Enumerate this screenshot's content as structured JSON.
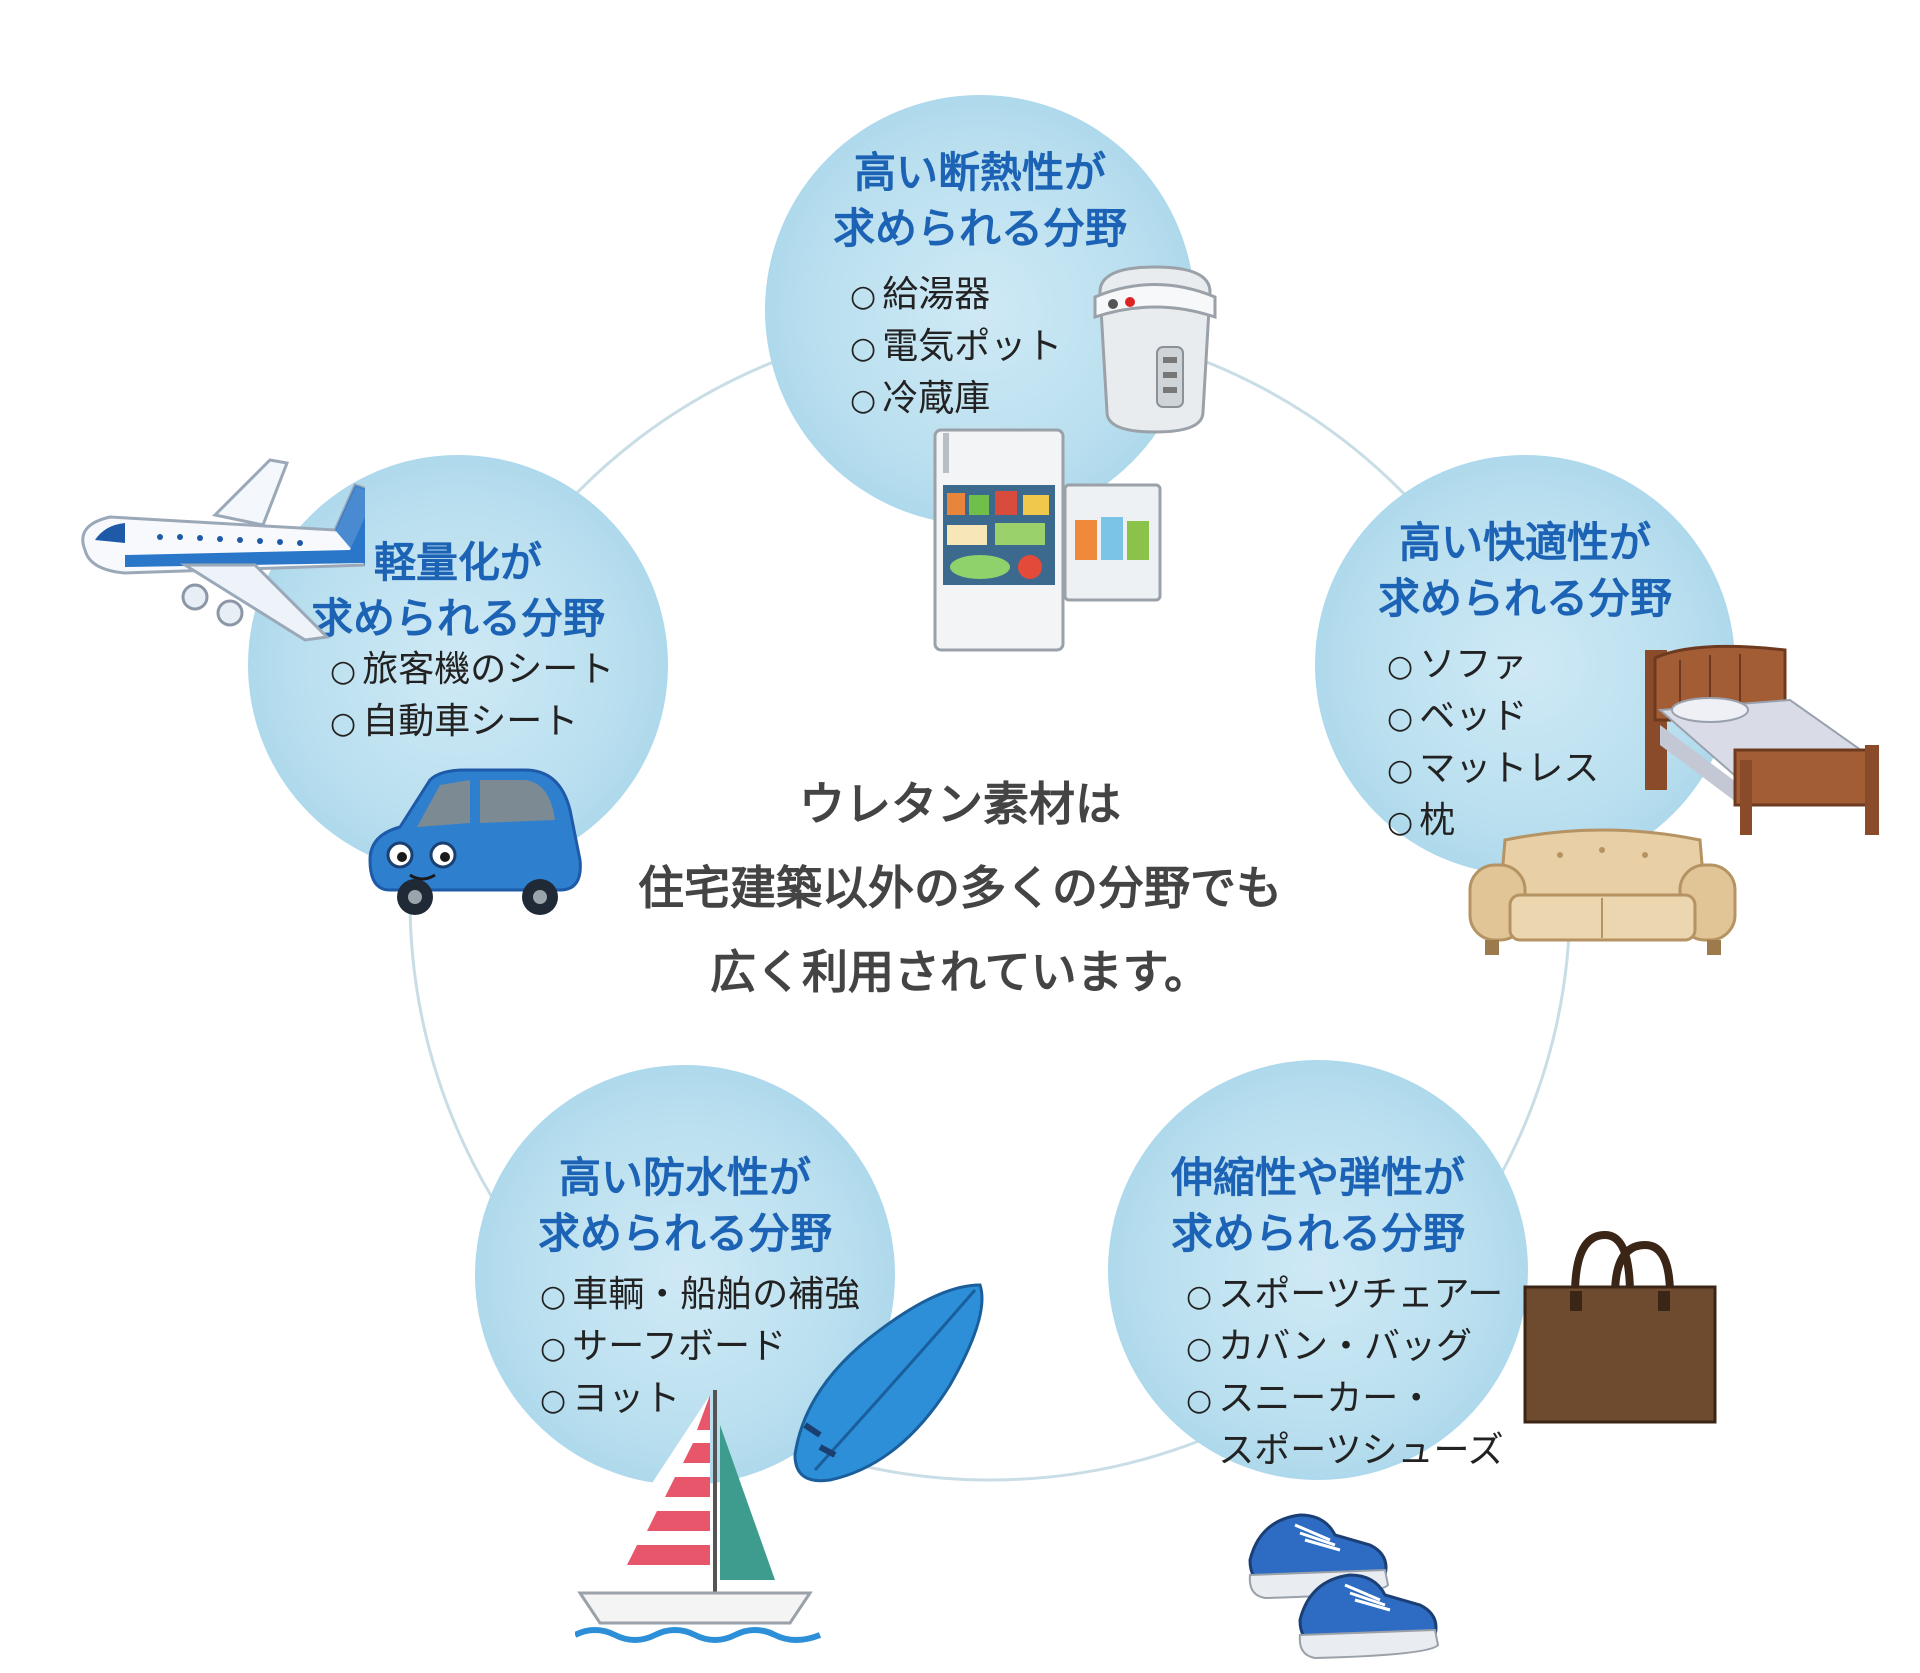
{
  "center_message": {
    "line1": "ウレタン素材は",
    "line2": "住宅建築以外の多くの分野でも",
    "line3": "広く利用されています。"
  },
  "fields": {
    "insulation": {
      "title_line1": "高い断熱性が",
      "title_line2": "求められる分野",
      "items": [
        "給湯器",
        "電気ポット",
        "冷蔵庫"
      ]
    },
    "comfort": {
      "title_line1": "高い快適性が",
      "title_line2": "求められる分野",
      "items": [
        "ソファ",
        "ベッド",
        "マットレス",
        "枕"
      ]
    },
    "elasticity": {
      "title_line1": "伸縮性や弾性が",
      "title_line2": "求められる分野",
      "items": [
        "スポーツチェアー",
        "カバン・バッグ",
        "スニーカー・",
        "スポーツシューズ"
      ]
    },
    "waterproof": {
      "title_line1": "高い防水性が",
      "title_line2": "求められる分野",
      "items": [
        "車輌・船舶の補強",
        "サーフボード",
        "ヨット"
      ]
    },
    "lightweight": {
      "title_line1": "軽量化が",
      "title_line2": "求められる分野",
      "items": [
        "旅客機のシート",
        "自動車シート"
      ]
    }
  },
  "colors": {
    "title_blue": "#1d63b5",
    "circle_blue": "#b9dfef",
    "ring_line": "#c9dde6",
    "center_text": "#444444"
  },
  "icons": [
    "airplane-icon",
    "car-icon",
    "electric-pot-icon",
    "refrigerator-icon",
    "bed-icon",
    "sofa-icon",
    "tote-bag-icon",
    "sneakers-icon",
    "surfboard-icon",
    "sailboat-icon"
  ]
}
